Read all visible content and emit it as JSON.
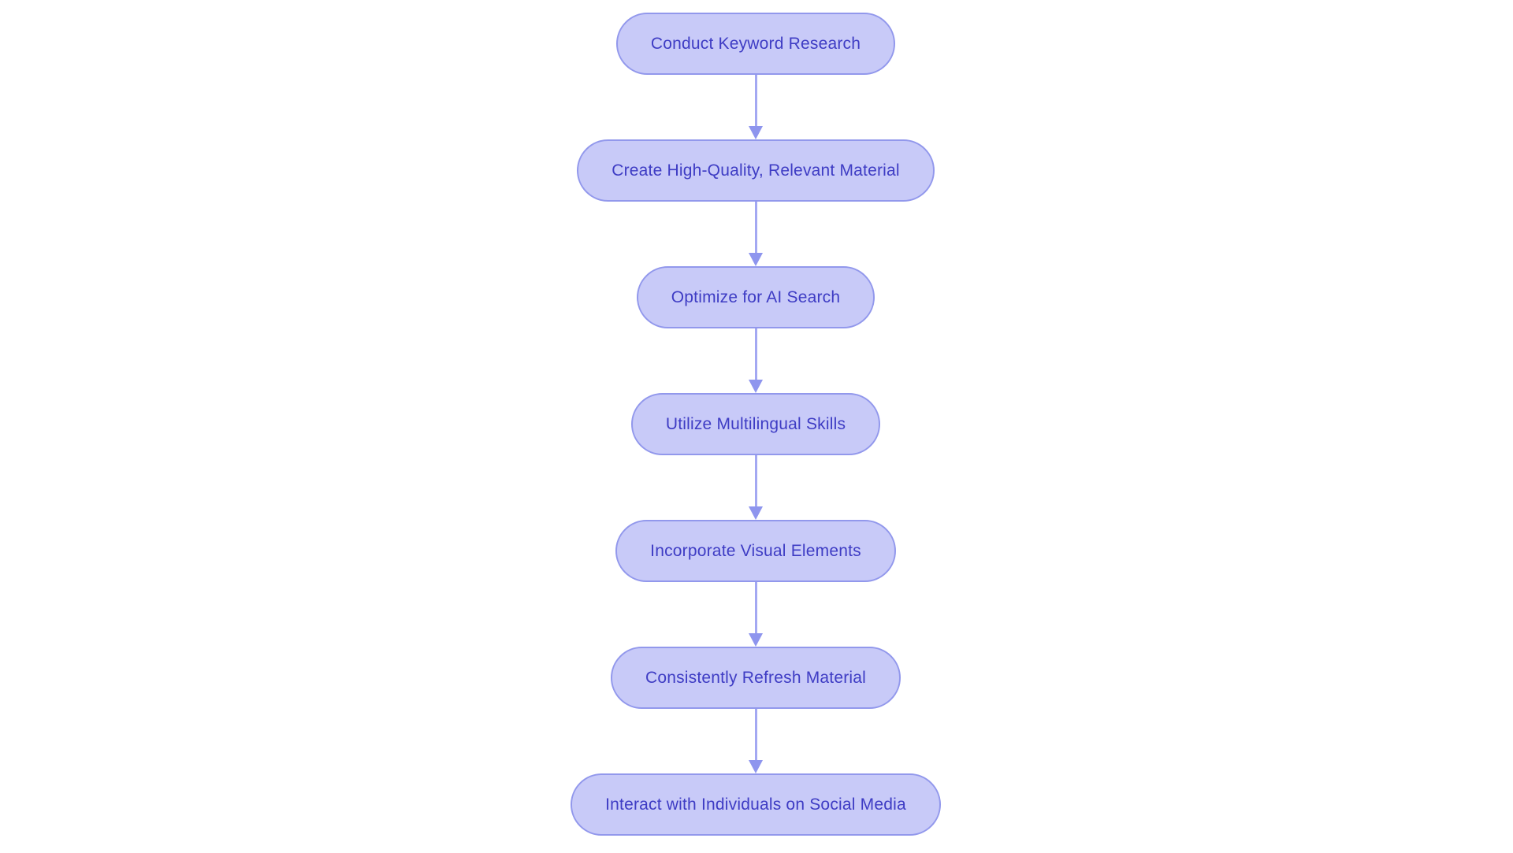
{
  "flowchart": {
    "type": "vertical-flow",
    "nodes": [
      {
        "label": "Conduct Keyword Research"
      },
      {
        "label": "Create High-Quality, Relevant Material"
      },
      {
        "label": "Optimize for AI Search"
      },
      {
        "label": "Utilize Multilingual Skills"
      },
      {
        "label": "Incorporate Visual Elements"
      },
      {
        "label": "Consistently Refresh Material"
      },
      {
        "label": "Interact with Individuals on Social Media"
      }
    ],
    "edges": [
      {
        "from": "Conduct Keyword Research",
        "to": "Create High-Quality, Relevant Material"
      },
      {
        "from": "Create High-Quality, Relevant Material",
        "to": "Optimize for AI Search"
      },
      {
        "from": "Optimize for AI Search",
        "to": "Utilize Multilingual Skills"
      },
      {
        "from": "Utilize Multilingual Skills",
        "to": "Incorporate Visual Elements"
      },
      {
        "from": "Incorporate Visual Elements",
        "to": "Consistently Refresh Material"
      },
      {
        "from": "Consistently Refresh Material",
        "to": "Interact with Individuals on Social Media"
      }
    ],
    "colors": {
      "background": "#ffffff",
      "node_fill": "#c8caf8",
      "node_border": "#9298ec",
      "node_text": "#3e3cc4",
      "arrow_line": "#a3a8f2",
      "arrow_head": "#8e95ee"
    }
  }
}
